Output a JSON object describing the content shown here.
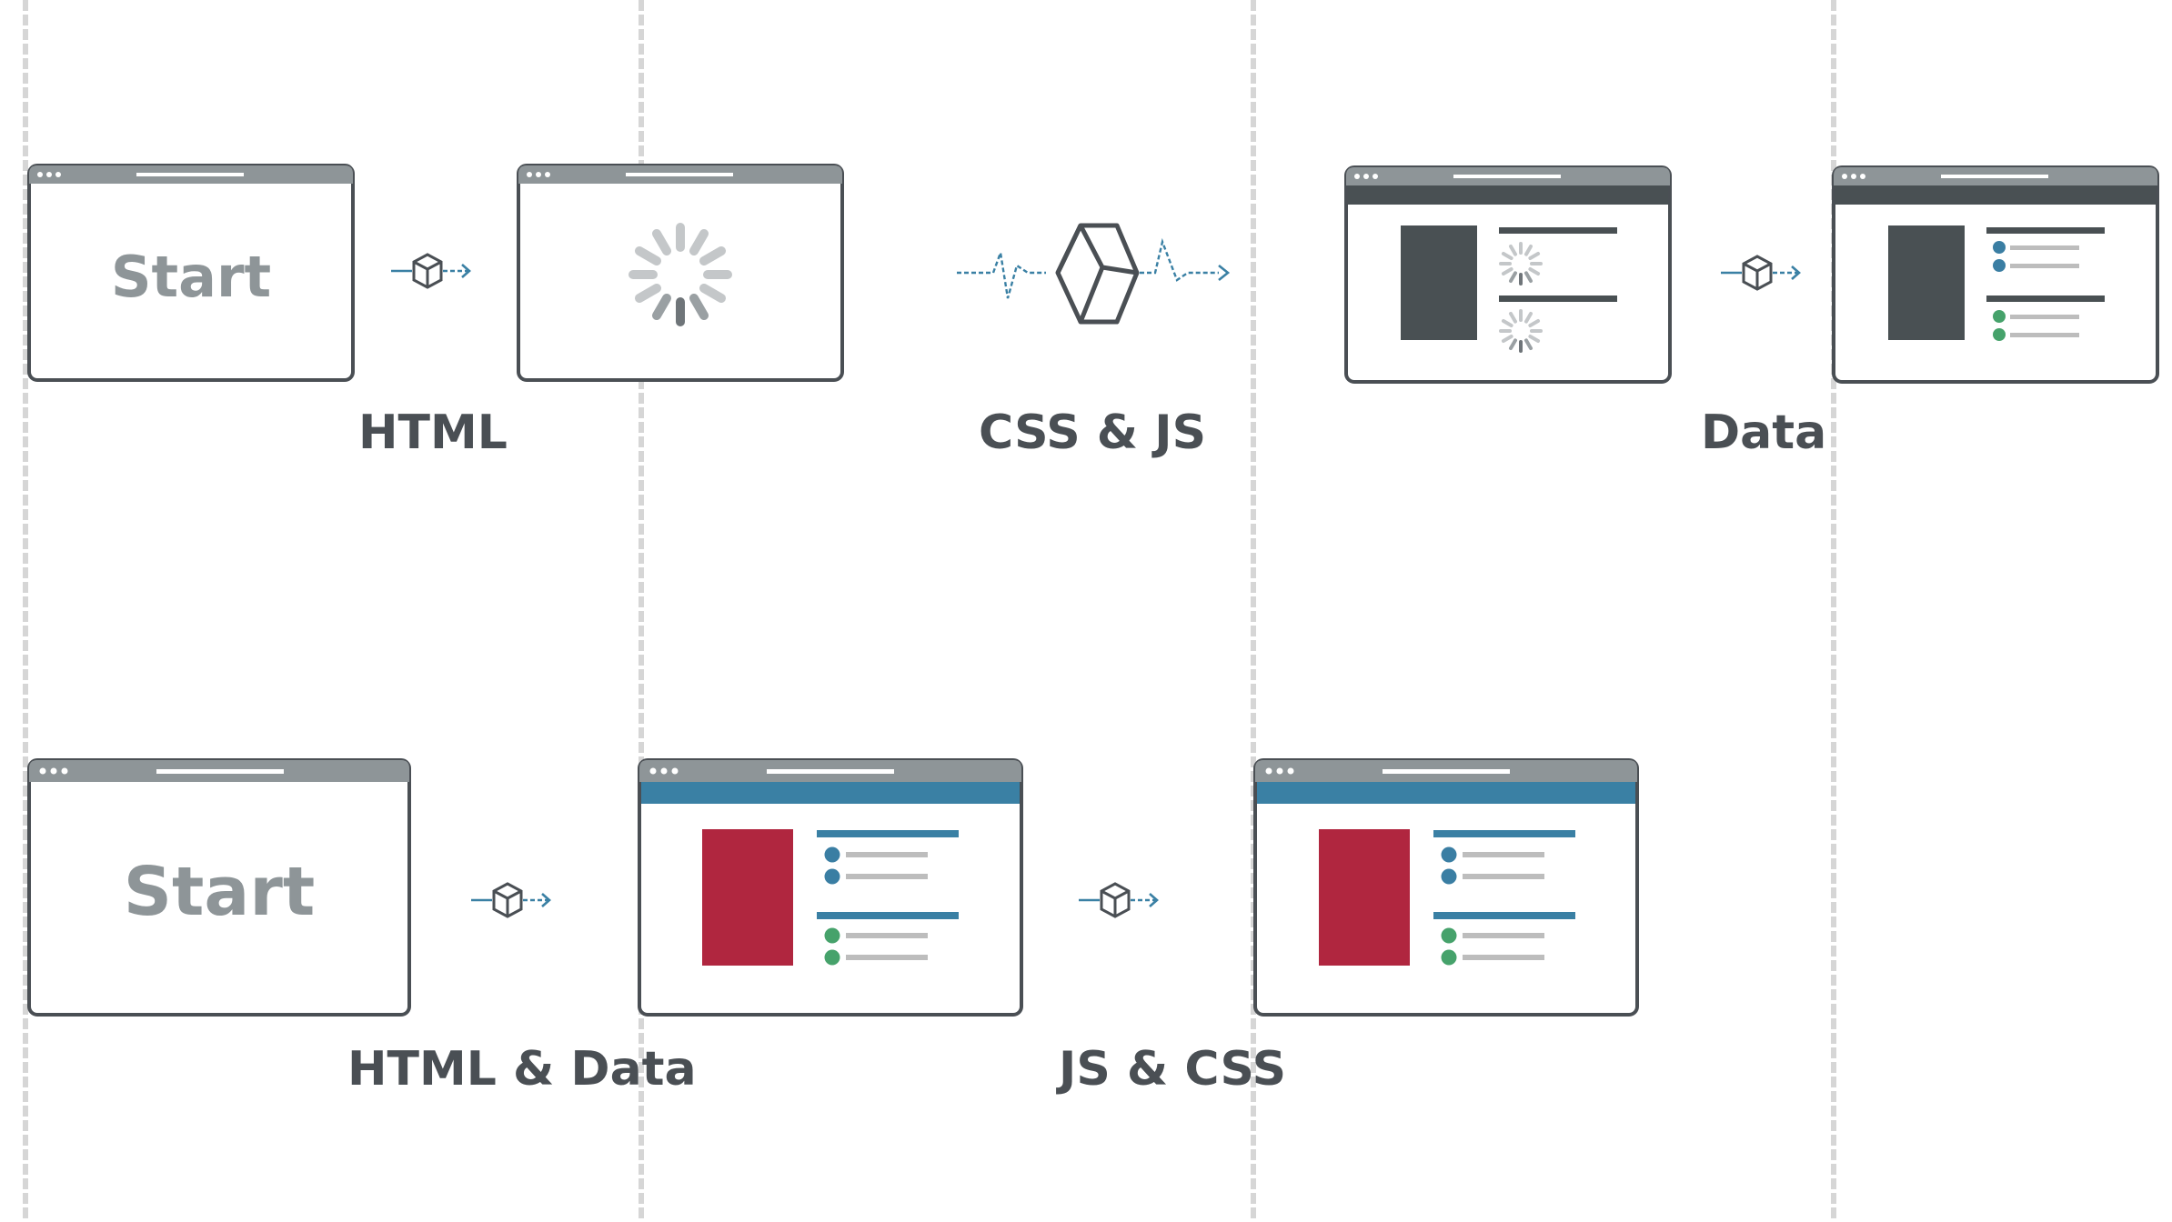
{
  "row1": {
    "start_text": "Start",
    "labels": {
      "html": "HTML",
      "css_js": "CSS & JS",
      "data": "Data"
    }
  },
  "row2": {
    "start_text": "Start",
    "labels": {
      "html_data": "HTML & Data",
      "js_css": "JS & CSS"
    }
  },
  "colors": {
    "frame": "#4a4f54",
    "titlebar": "#8e9598",
    "dark_header": "#495053",
    "dark_block": "#495053",
    "blue_header": "#3a80a4",
    "red_block": "#b0263f",
    "blue_dot": "#3a7ea3",
    "green_dot": "#46a26b",
    "light_line": "#bdbdbd",
    "spinner": "#bfbfbf",
    "divider": "#d6d6d6",
    "arrow": "#3a80a4",
    "start_text": "#8e9598",
    "label_text": "#4a4f54"
  },
  "icons": [
    "package-icon",
    "arrow-right-icon",
    "loading-spinner-icon",
    "signal-wave-icon"
  ]
}
